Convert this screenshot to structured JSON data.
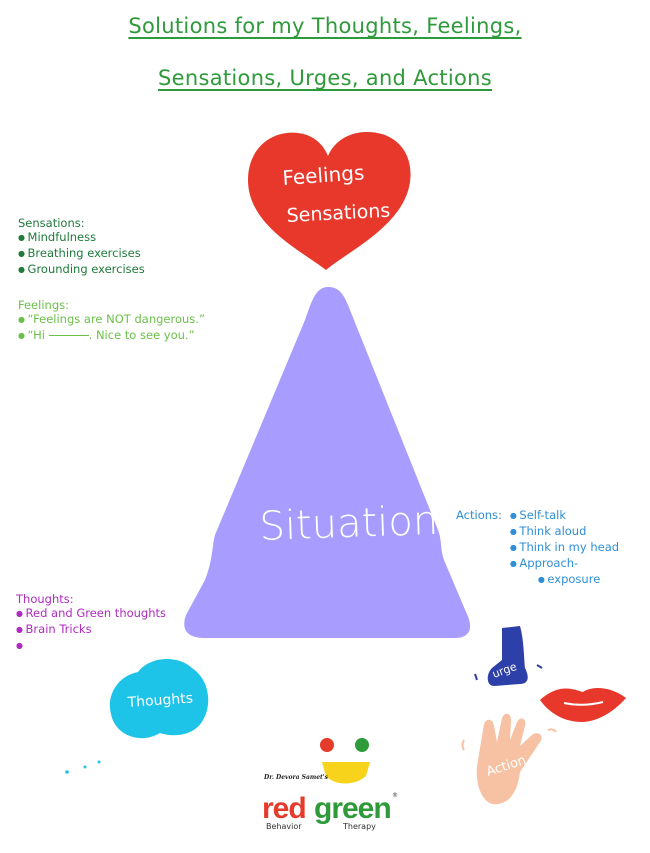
{
  "title": {
    "line1": "Solutions for my Thoughts, Feelings,",
    "line2": "Sensations, Urges, and Actions"
  },
  "heart": {
    "line1": "Feelings",
    "line2": "Sensations",
    "color": "#e8382b"
  },
  "triangle": {
    "label": "Situation",
    "color": "#a89cff"
  },
  "sensations": {
    "heading": "Sensations:",
    "items": [
      "Mindfulness",
      "Breathing exercises",
      "Grounding exercises"
    ],
    "color": "#1f7a3c"
  },
  "feelings": {
    "heading": "Feelings:",
    "items": [
      "“Feelings are NOT dangerous.”",
      "“Hi",
      ". Nice to see you.”"
    ],
    "color": "#6cc04a"
  },
  "actions": {
    "heading": "Actions:",
    "items": [
      "Self-talk",
      "Think aloud",
      "Think in my head",
      "Approach-",
      "exposure"
    ],
    "color": "#2f8fd6"
  },
  "thoughts": {
    "heading": "Thoughts:",
    "items": [
      "Red and Green thoughts",
      "Brain Tricks"
    ],
    "color": "#b02bc2"
  },
  "bubbles": {
    "thoughts_label": "Thoughts",
    "thoughts_color": "#1ec3e8",
    "urge_label": "urge",
    "urge_color": "#2d3fa8",
    "action_label": "Action",
    "action_color": "#f7c2a3"
  },
  "logo": {
    "author": "Dr. Devora Samet's",
    "word_red": "red",
    "word_green": "green",
    "registered": "®",
    "subtitle_1": "Behavior",
    "subtitle_2": "Therapy",
    "red_color": "#e53b2a",
    "green_color": "#2e9a3a",
    "yellow_color": "#f7d31c"
  }
}
